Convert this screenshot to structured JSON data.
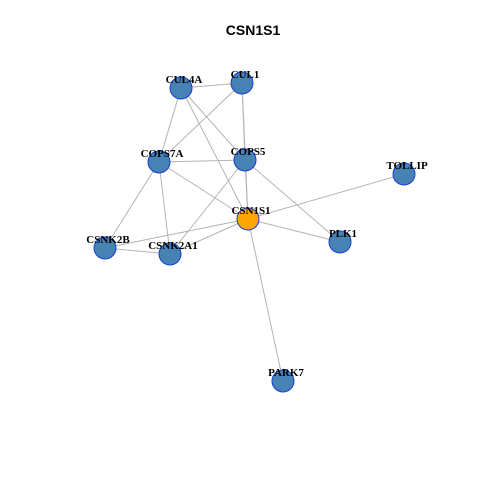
{
  "title": "CSN1S1",
  "colors": {
    "node_default": "#4682b4",
    "node_highlight": "#ffa500",
    "node_border": "#1a3fd0",
    "edge": "#b3b3b3"
  },
  "nodes": [
    {
      "id": "CSN1S1",
      "label": "CSN1S1",
      "highlight": true
    },
    {
      "id": "CUL4A",
      "label": "CUL4A",
      "highlight": false
    },
    {
      "id": "CUL1",
      "label": "CUL1",
      "highlight": false
    },
    {
      "id": "COPS7A",
      "label": "COPS7A",
      "highlight": false
    },
    {
      "id": "COPS5",
      "label": "COPS5",
      "highlight": false
    },
    {
      "id": "TOLLIP",
      "label": "TOLLIP",
      "highlight": false
    },
    {
      "id": "CSNK2B",
      "label": "CSNK2B",
      "highlight": false
    },
    {
      "id": "CSNK2A1",
      "label": "CSNK2A1",
      "highlight": false
    },
    {
      "id": "PLK1",
      "label": "PLK1",
      "highlight": false
    },
    {
      "id": "PARK7",
      "label": "PARK7",
      "highlight": false
    }
  ],
  "edges": [
    [
      "CUL4A",
      "CUL1"
    ],
    [
      "CUL4A",
      "COPS7A"
    ],
    [
      "CUL4A",
      "COPS5"
    ],
    [
      "CUL4A",
      "CSN1S1"
    ],
    [
      "CUL1",
      "COPS7A"
    ],
    [
      "CUL1",
      "COPS5"
    ],
    [
      "CUL1",
      "CSN1S1"
    ],
    [
      "COPS7A",
      "COPS5"
    ],
    [
      "COPS7A",
      "CSN1S1"
    ],
    [
      "COPS7A",
      "CSNK2B"
    ],
    [
      "COPS7A",
      "CSNK2A1"
    ],
    [
      "COPS5",
      "CSNK2A1"
    ],
    [
      "COPS5",
      "PLK1"
    ],
    [
      "COPS5",
      "CSN1S1"
    ],
    [
      "CSN1S1",
      "TOLLIP"
    ],
    [
      "CSN1S1",
      "CSNK2B"
    ],
    [
      "CSN1S1",
      "CSNK2A1"
    ],
    [
      "CSN1S1",
      "PLK1"
    ],
    [
      "CSN1S1",
      "PARK7"
    ],
    [
      "CSNK2B",
      "CSNK2A1"
    ]
  ]
}
